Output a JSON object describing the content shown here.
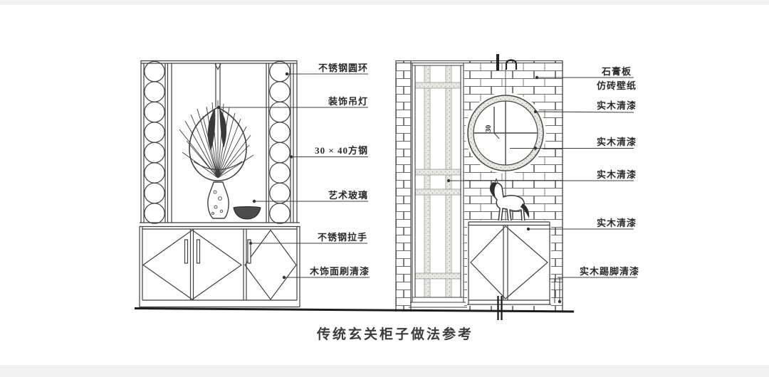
{
  "caption": "传统玄关柜子做法参考",
  "left_drawing": {
    "labels": {
      "ring": "不锈钢圆环",
      "lamp": "装饰吊灯",
      "steel": "30 × 40方钢",
      "glass": "艺术玻璃",
      "handle": "不锈钢拉手",
      "veneer": "木饰面刷清漆"
    }
  },
  "right_drawing": {
    "labels": {
      "gypsum": "石膏板",
      "wallpaper": "仿砖壁纸",
      "varnish1": "实木清漆",
      "varnish2": "实木清漆",
      "varnish3": "实木清漆",
      "varnish4": "实木清漆",
      "skirting": "实木踢脚清漆"
    },
    "dimension": "30"
  },
  "colors": {
    "line": "#3f3f3f",
    "text": "#2a2a2a",
    "ground": "#1c1c1c"
  }
}
